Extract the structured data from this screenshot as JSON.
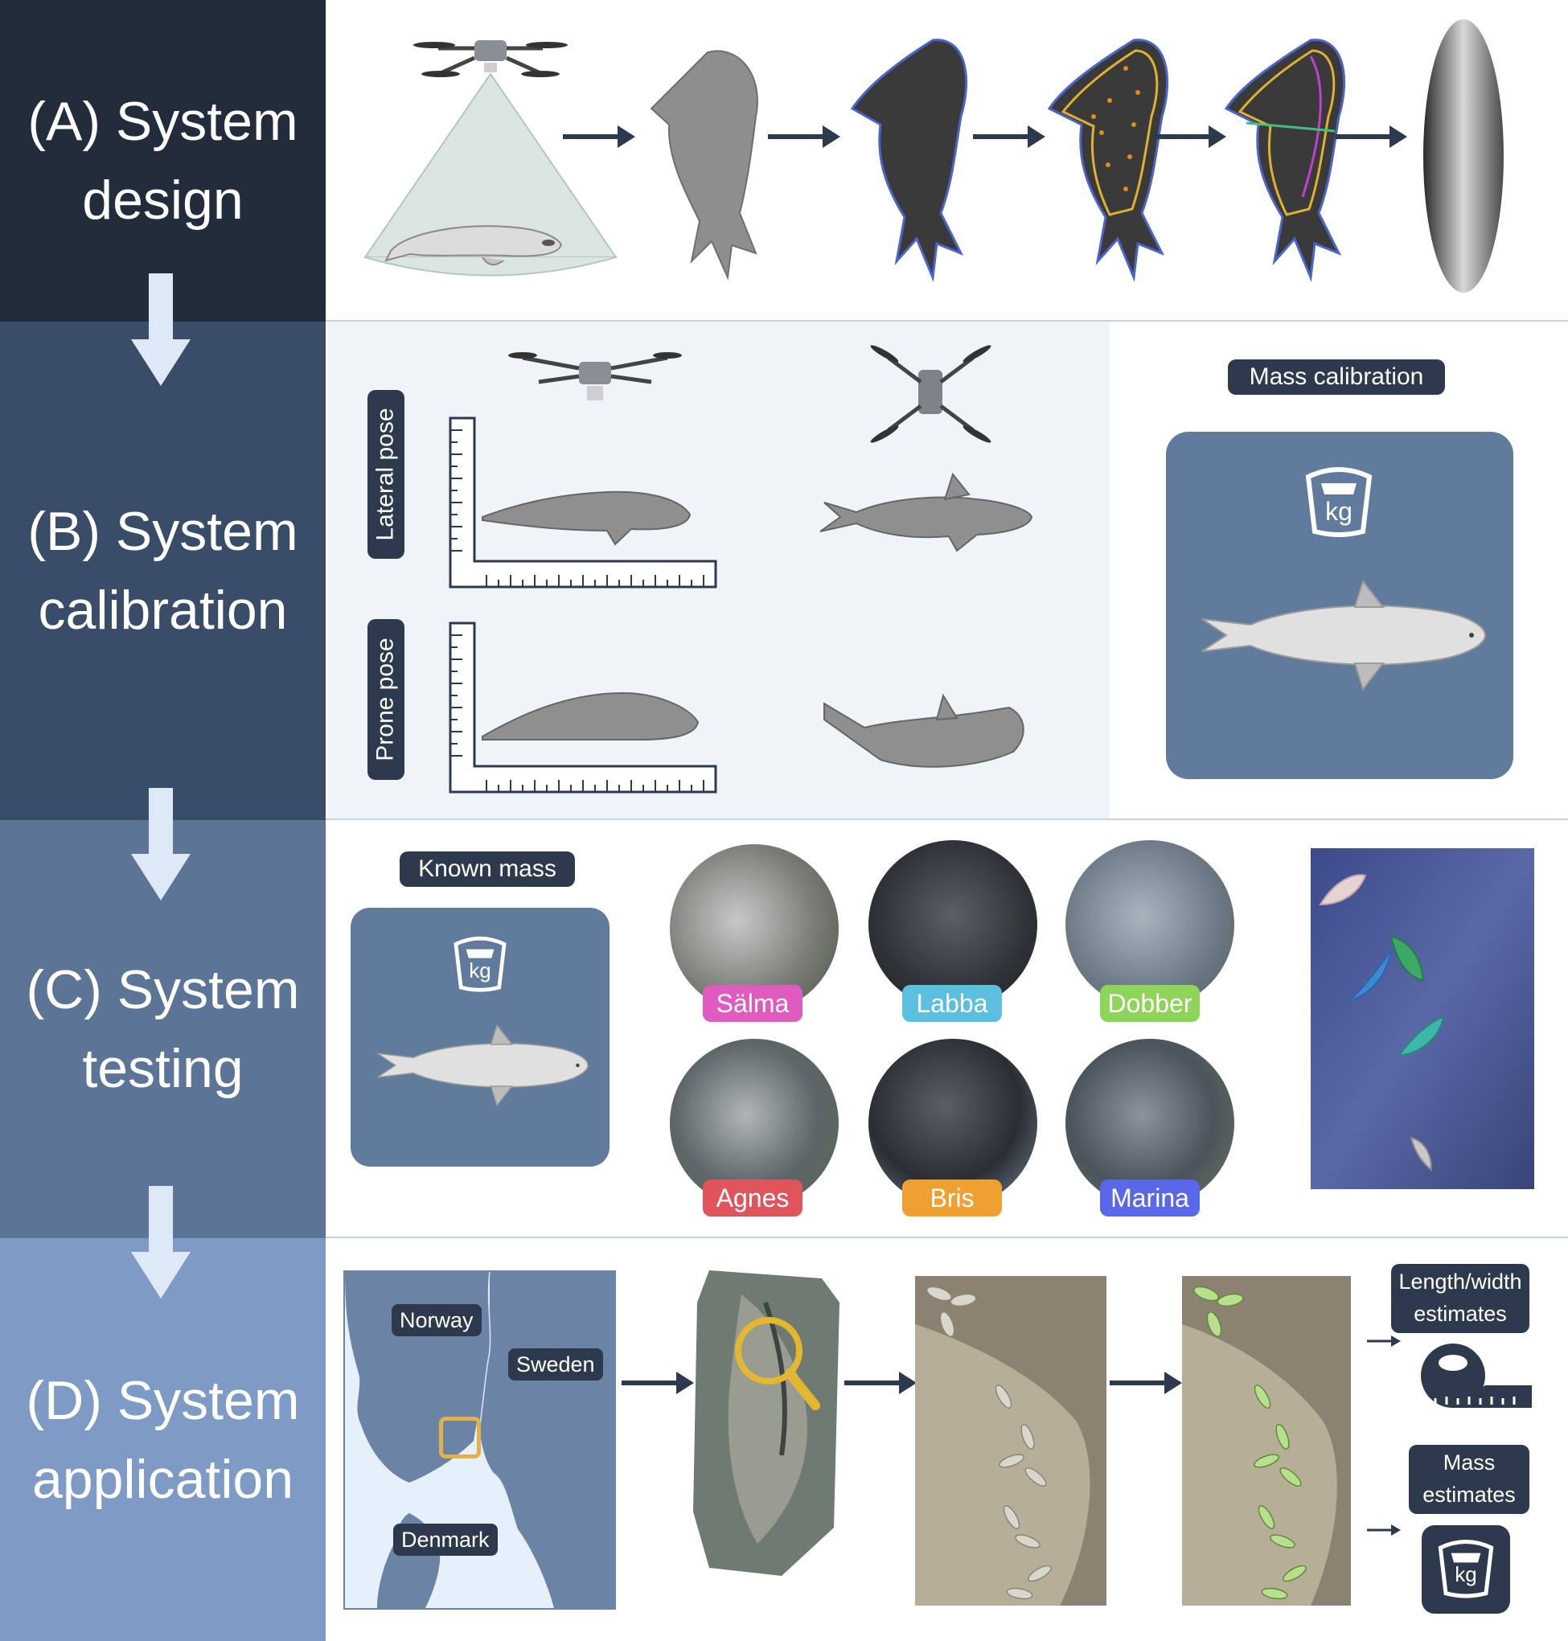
{
  "sections": {
    "a": {
      "label": "(A) System\ndesign",
      "color": "#222c3b"
    },
    "b": {
      "label": "(B) System\ncalibration",
      "color": "#3a4d68"
    },
    "c": {
      "label": "(C) System\ntesting",
      "color": "#5c7496"
    },
    "d": {
      "label": "(D) System\napplication",
      "color": "#7d9bc4"
    }
  },
  "calibration": {
    "lateral_pose": "Lateral pose",
    "prone_pose": "Prone pose",
    "mass_calibration": "Mass calibration",
    "unit": "kg"
  },
  "testing": {
    "known_mass": "Known mass",
    "unit": "kg",
    "seals": [
      {
        "name": "Sälma",
        "color": "#e05bbf"
      },
      {
        "name": "Labba",
        "color": "#5bbfe0"
      },
      {
        "name": "Dobber",
        "color": "#8ed45b"
      },
      {
        "name": "Agnes",
        "color": "#e0545b"
      },
      {
        "name": "Bris",
        "color": "#f0a030"
      },
      {
        "name": "Marina",
        "color": "#5868e8"
      }
    ]
  },
  "application": {
    "map_labels": {
      "norway": "Norway",
      "sweden": "Sweden",
      "denmark": "Denmark"
    },
    "length_width_line1": "Length/width",
    "length_width_line2": "estimates",
    "mass_line1": "Mass",
    "mass_line2": "estimates",
    "unit": "kg"
  }
}
